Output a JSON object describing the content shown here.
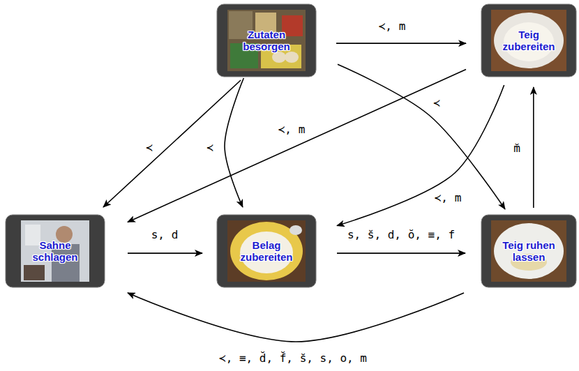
{
  "diagram": {
    "nodes": [
      {
        "text": [
          "Zutaten besorgen"
        ]
      },
      {
        "text": [
          "Teig zubereiten"
        ]
      },
      {
        "text": [
          "Sahne schlagen"
        ]
      },
      {
        "text": [
          "Belag zubereiten"
        ]
      },
      {
        "text": [
          "Teig ruhen lassen"
        ]
      }
    ],
    "edges": [
      {
        "from": 0,
        "to": 1,
        "arrow": "to",
        "label": "≺, m"
      },
      {
        "from": 0,
        "to": 2,
        "arrow": "to",
        "label": "≺"
      },
      {
        "from": 0,
        "to": 3,
        "arrow": "to",
        "label": "≺"
      },
      {
        "from": 0,
        "to": 4,
        "arrow": "to",
        "label": "≺"
      },
      {
        "from": 1,
        "to": 2,
        "arrow": "to",
        "label": "≺, m"
      },
      {
        "from": 1,
        "to": 3,
        "arrow": "to",
        "label": "≺, m"
      },
      {
        "from": 4,
        "to": 1,
        "arrow": "to",
        "label": "m̆"
      },
      {
        "from": 2,
        "to": 3,
        "arrow": "to",
        "label": "s, d"
      },
      {
        "from": 3,
        "to": 4,
        "arrow": "to",
        "label": "s, s̆, d, ŏ, ≡, f"
      },
      {
        "from": 4,
        "to": 2,
        "arrow": "to",
        "label": "≺, ≡, d̆, f̆, s̆, s, o, m"
      }
    ]
  }
}
